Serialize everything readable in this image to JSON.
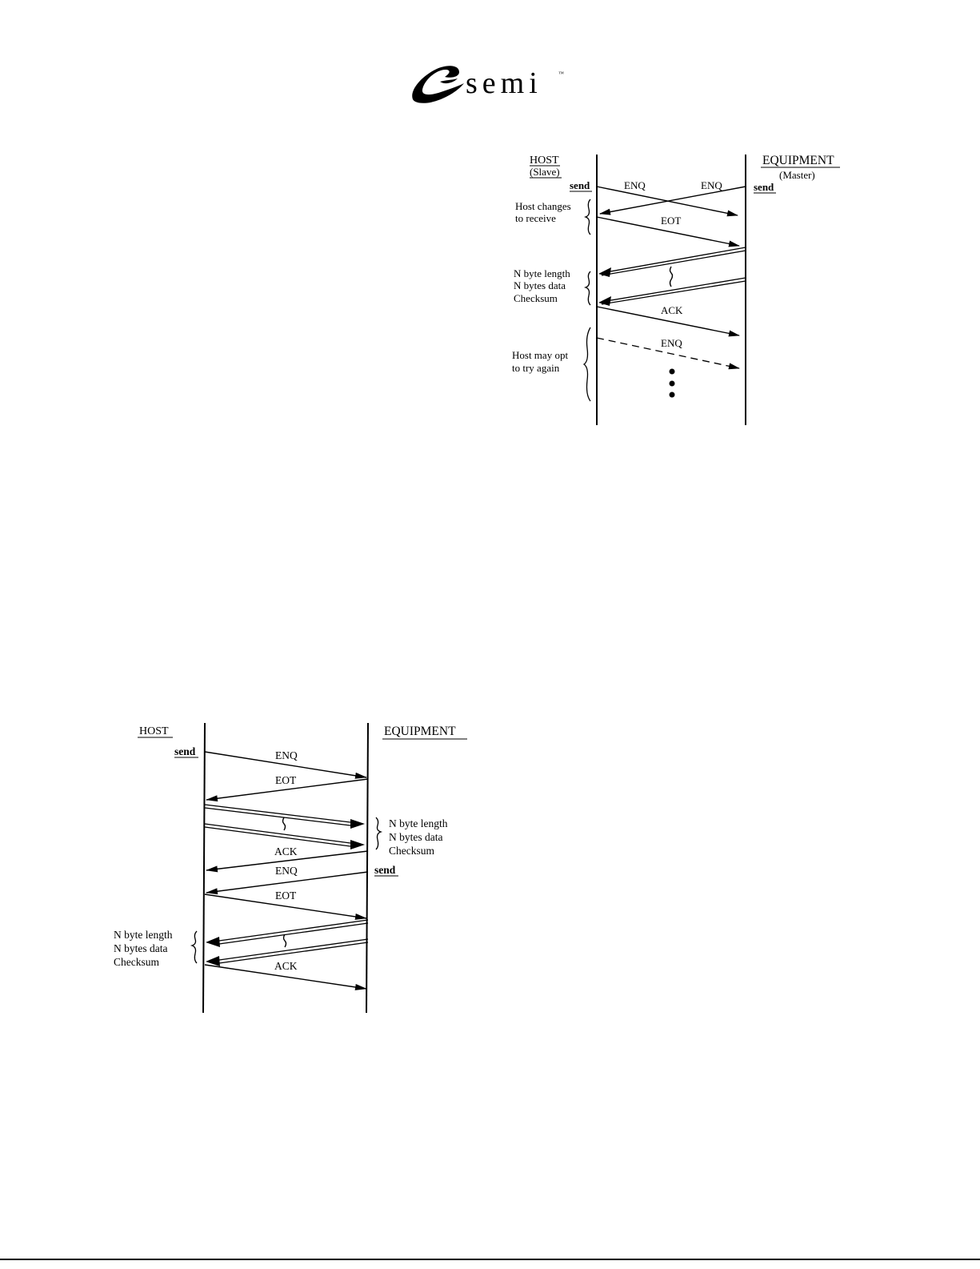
{
  "logo": {
    "text": "semi",
    "tm": "™"
  },
  "diagram1": {
    "host_label": "HOST",
    "host_role": "(Slave)",
    "equipment_label": "EQUIPMENT",
    "equipment_role": "(Master)",
    "send_left": "send",
    "send_right": "send",
    "messages": [
      "ENQ",
      "ENQ",
      "EOT",
      "ACK",
      "ENQ"
    ],
    "notes": {
      "host_changes": [
        "Host changes",
        "to receive"
      ],
      "block": [
        "N byte length",
        "N bytes data",
        "Checksum"
      ],
      "retry": [
        "Host may opt",
        "to try again"
      ]
    },
    "ellipsis": "⋮"
  },
  "diagram2": {
    "host_label": "HOST",
    "equipment_label": "EQUIPMENT",
    "send_left": "send",
    "send_right": "send",
    "messages": [
      "ENQ",
      "EOT",
      "ACK",
      "ENQ",
      "EOT",
      "ACK"
    ],
    "notes": {
      "block_right": [
        "N byte length",
        "N bytes data",
        "Checksum"
      ],
      "block_left": [
        "N byte length",
        "N bytes data",
        "Checksum"
      ]
    }
  }
}
